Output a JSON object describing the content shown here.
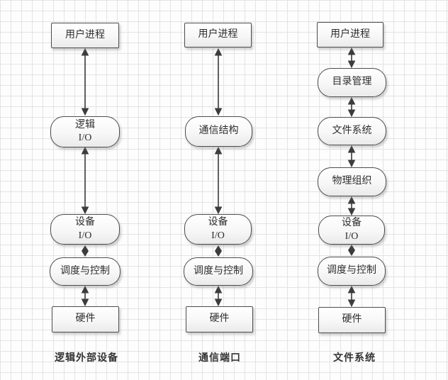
{
  "diagram": {
    "title_implicit": "I/O 层次结构图",
    "columns": [
      {
        "caption": "逻辑外部设备",
        "nodes": [
          {
            "label": "用户进程",
            "shape": "rect"
          },
          {
            "label": "逻辑\nI/O",
            "shape": "rounded"
          },
          {
            "label": "设备\nI/O",
            "shape": "rounded"
          },
          {
            "label": "调度与控制",
            "shape": "rounded"
          },
          {
            "label": "硬件",
            "shape": "rect"
          }
        ]
      },
      {
        "caption": "通信端口",
        "nodes": [
          {
            "label": "用户进程",
            "shape": "rect"
          },
          {
            "label": "通信结构",
            "shape": "rounded"
          },
          {
            "label": "设备\nI/O",
            "shape": "rounded"
          },
          {
            "label": "调度与控制",
            "shape": "rounded"
          },
          {
            "label": "硬件",
            "shape": "rect"
          }
        ]
      },
      {
        "caption": "文件系统",
        "nodes": [
          {
            "label": "用户进程",
            "shape": "rect"
          },
          {
            "label": "目录管理",
            "shape": "rounded"
          },
          {
            "label": "文件系统",
            "shape": "rounded"
          },
          {
            "label": "物理组织",
            "shape": "rounded"
          },
          {
            "label": "设备\nI/O",
            "shape": "rounded"
          },
          {
            "label": "调度与控制",
            "shape": "rounded"
          },
          {
            "label": "硬件",
            "shape": "rect"
          }
        ]
      }
    ],
    "colors": {
      "node_border": "#4d4d4d",
      "node_fill_top": "#ffffff",
      "node_fill_bottom": "#eaeaea",
      "arrow": "#3c3c3c",
      "grid_line": "#e3e3e3",
      "canvas_bg": "#fdfdfd",
      "text": "#2e2e2e"
    }
  }
}
